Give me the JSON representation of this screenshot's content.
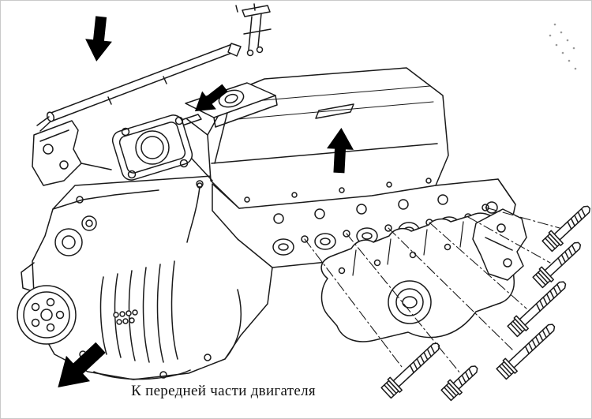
{
  "figure": {
    "type": "technical-line-illustration",
    "subject": "engine-with-exploded-exhaust-manifold-and-bolts",
    "caption": "К передней части двигателя",
    "background": "#ffffff",
    "line_color": "#1a1a1a",
    "arrow_color": "#000000",
    "arrows": [
      {
        "name": "arrow-fuel-rail",
        "direction": "down"
      },
      {
        "name": "arrow-intake-flange",
        "direction": "down-left"
      },
      {
        "name": "arrow-valve-cover",
        "direction": "up"
      },
      {
        "name": "arrow-front-of-engine",
        "direction": "down-left"
      }
    ],
    "bolt_count": 6
  }
}
